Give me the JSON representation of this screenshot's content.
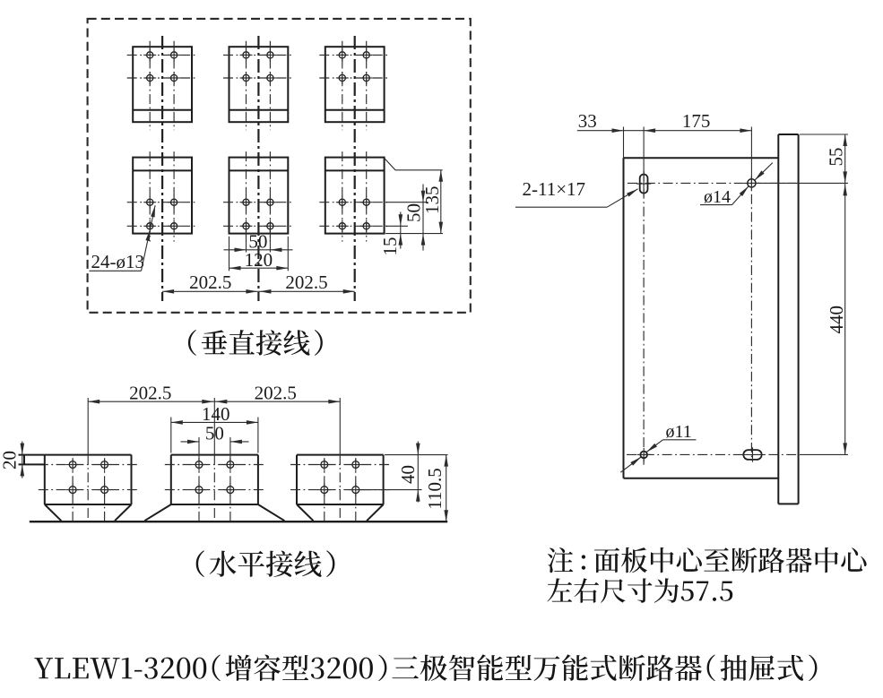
{
  "drawing": {
    "background": "#ffffff",
    "line_color": "#1d1d1d",
    "views": {
      "vertical_wiring": {
        "caption": "（垂直接线）",
        "hole_callout": "24-ø13",
        "dims": {
          "hole_pitch": "50",
          "pad_width": "120",
          "pole_pitch_left": "202.5",
          "pole_pitch_right": "202.5",
          "pad_height": "135",
          "hole_to_edge": "50",
          "edge_offset": "15"
        }
      },
      "horizontal_wiring": {
        "caption": "（水平接线）",
        "dims": {
          "pole_pitch_left": "202.5",
          "pole_pitch_right": "202.5",
          "pad_width": "140",
          "hole_pitch": "50",
          "bar_thickness": "20",
          "hole_to_top": "40",
          "total_height": "110.5"
        }
      },
      "panel_cutout": {
        "slot_callout": "2-11×17",
        "hole_callout_top": "ø14",
        "hole_callout_bottom": "ø11",
        "dims": {
          "edge_to_slot": "33",
          "slot_to_hole": "175",
          "top_offset": "55",
          "vertical_pitch": "440"
        }
      }
    },
    "note": {
      "line1": "注：面板中心至断路器中心",
      "line2": "左右尺寸为57.5"
    },
    "title": "YLEW1-3200（增容型3200）三极智能型万能式断路器（抽屉式）"
  }
}
